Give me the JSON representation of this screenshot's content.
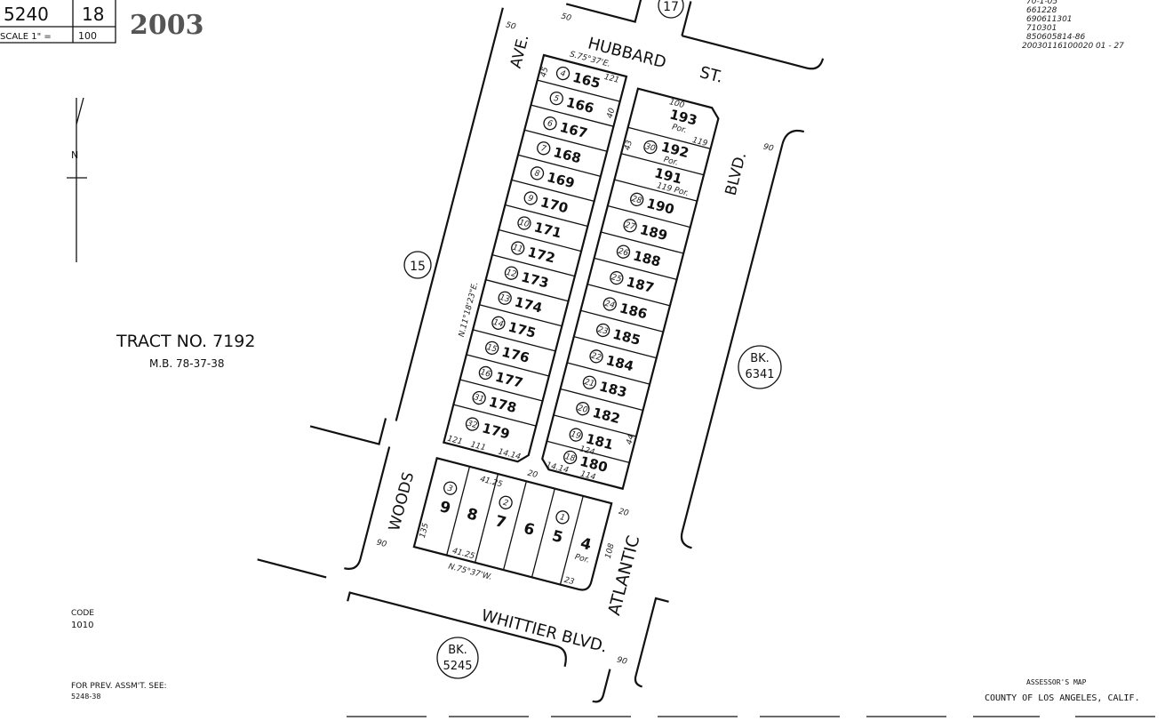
{
  "header": {
    "book": "5240",
    "page": "18",
    "scale_label": "SCALE 1\" =",
    "scale_value": "100",
    "year": "2003"
  },
  "revision_notes": [
    "70-1-05",
    "661228",
    "690611301",
    "710301",
    "850605814-86",
    "20030116100020 01 - 27"
  ],
  "tract": {
    "title": "TRACT NO. 7192",
    "ref": "M.B. 78-37-38"
  },
  "code": {
    "label": "CODE",
    "value": "1010"
  },
  "prev": {
    "label": "FOR PREV. ASSM'T. SEE:",
    "value": "5248-38"
  },
  "footer": {
    "line1": "ASSESSOR'S MAP",
    "line2": "COUNTY OF LOS ANGELES, CALIF."
  },
  "north_arrow": {
    "label": "N"
  },
  "streets": {
    "hubbard": "HUBBARD",
    "hubbard_st": "ST.",
    "ave": "AVE.",
    "woods": "WOODS",
    "whittier": "WHITTIER BLVD.",
    "atlantic": "ATLANTIC",
    "atlantic_blvd": "BLVD."
  },
  "circled_refs": {
    "block15": "15",
    "block17": "17"
  },
  "book_refs": {
    "east": {
      "label": "BK.",
      "num": "6341"
    },
    "south": {
      "label": "BK.",
      "num": "5245"
    }
  },
  "lots_west": [
    {
      "num": "165",
      "idx": "4"
    },
    {
      "num": "166",
      "idx": "5"
    },
    {
      "num": "167",
      "idx": "6"
    },
    {
      "num": "168",
      "idx": "7"
    },
    {
      "num": "169",
      "idx": "8"
    },
    {
      "num": "170",
      "idx": "9"
    },
    {
      "num": "171",
      "idx": "10"
    },
    {
      "num": "172",
      "idx": "11"
    },
    {
      "num": "173",
      "idx": "12"
    },
    {
      "num": "174",
      "idx": "13"
    },
    {
      "num": "175",
      "idx": "14"
    },
    {
      "num": "176",
      "idx": "15"
    },
    {
      "num": "177",
      "idx": "16"
    },
    {
      "num": "178",
      "idx": "31"
    },
    {
      "num": "179",
      "idx": "32"
    }
  ],
  "lots_east": [
    {
      "num": "193",
      "idx": "",
      "note": "Por."
    },
    {
      "num": "192",
      "idx": "30",
      "note": "Por."
    },
    {
      "num": "191",
      "idx": "",
      "note": "119 Por."
    },
    {
      "num": "190",
      "idx": "28"
    },
    {
      "num": "189",
      "idx": "27"
    },
    {
      "num": "188",
      "idx": "26"
    },
    {
      "num": "187",
      "idx": "25"
    },
    {
      "num": "186",
      "idx": "24"
    },
    {
      "num": "185",
      "idx": "23"
    },
    {
      "num": "184",
      "idx": "22"
    },
    {
      "num": "183",
      "idx": "21"
    },
    {
      "num": "182",
      "idx": "20"
    },
    {
      "num": "181",
      "idx": "19"
    },
    {
      "num": "180",
      "idx": "18"
    }
  ],
  "lots_south": [
    {
      "num": "9",
      "idx": "3"
    },
    {
      "num": "8",
      "idx": ""
    },
    {
      "num": "7",
      "idx": "2"
    },
    {
      "num": "6",
      "idx": ""
    },
    {
      "num": "5",
      "idx": "1"
    },
    {
      "num": "4",
      "idx": "",
      "note": "Por."
    }
  ],
  "dimensions": {
    "bearing_top": "S.75°37'E.",
    "bearing_bottom": "N.75°37'W.",
    "bearing_side": "N.11°18'23\"E.",
    "w121": "121",
    "w100": "100",
    "w119": "119",
    "w124": "124",
    "w114": "114",
    "w111": "111",
    "d50": "50",
    "d45": "45",
    "d40": "40",
    "d43": "43",
    "d44": "44",
    "d20": "20",
    "d90": "90",
    "d135": "135",
    "d108": "108",
    "d4125": "41.25",
    "d1414": "14.14",
    "d23": "23"
  }
}
